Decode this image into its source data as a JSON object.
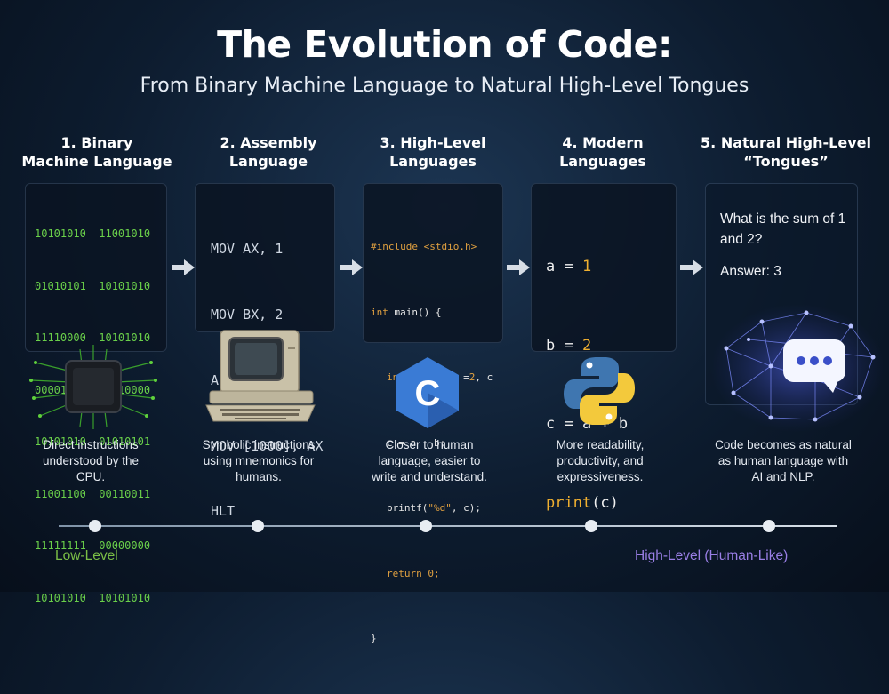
{
  "header": {
    "title": "The Evolution of Code:",
    "subtitle": "From Binary Machine Language to Natural High-Level Tongues"
  },
  "stages": [
    {
      "title_line1": "1. Binary",
      "title_line2": "Machine Language",
      "code_lines": [
        "10101010  11001010",
        "01010101  10101010",
        "11110000  10101010",
        "00001111  11110000",
        "10101010  01010101",
        "11001100  00110011",
        "11111111  00000000",
        "10101010  10101010"
      ],
      "desc_line1": "Direct instructions",
      "desc_line2": "understood by the",
      "desc_line3": "CPU."
    },
    {
      "title_line1": "2. Assembly",
      "title_line2": "Language",
      "code_lines": [
        "MOV AX, 1",
        "MOV BX, 2",
        "ADD AX, BX",
        "MOV [1000], AX",
        "HLT"
      ],
      "desc_line1": "Symbolic instructions",
      "desc_line2": "using mnemonics for",
      "desc_line3": "humans."
    },
    {
      "title_line1": "3. High-Level",
      "title_line2": "Languages",
      "code_include": "#include <stdio.h>",
      "code_main_kw": "int",
      "code_main_rest": " main() {",
      "code_decl_kw": "int",
      "code_decl_a": " a = ",
      "code_decl_1": "1",
      "code_decl_b": ", b =",
      "code_decl_2": "2",
      "code_decl_c": ", c",
      "code_assign": "c = a + b;",
      "code_printf_a": "printf(",
      "code_printf_str": "\"%d\"",
      "code_printf_b": ", c);",
      "code_return_kw": "return",
      "code_return_val": " 0;",
      "code_close": "}",
      "logo_letter": "C",
      "desc_line1": "Closer to human",
      "desc_line2": "language, easier to",
      "desc_line3": "write and understand."
    },
    {
      "title_line1": "4. Modern",
      "title_line2": "Languages",
      "py_a": "a = ",
      "py_a_val": "1",
      "py_b": "b = ",
      "py_b_val": "2",
      "py_c": "c = a + b",
      "py_print": "print",
      "py_print_arg": "(c)",
      "desc_line1": "More readability,",
      "desc_line2": "productivity, and",
      "desc_line3": "expressiveness."
    },
    {
      "title_line1": "5. Natural High-Level",
      "title_line2": "“Tongues”",
      "question": "What is the sum of 1 and 2?",
      "answer": "Answer: 3",
      "desc_line1": "Code becomes as natural",
      "desc_line2": "as human language with",
      "desc_line3": "AI and NLP."
    }
  ],
  "timeline": {
    "low_label": "Low-Level",
    "high_label": "High-Level (Human-Like)"
  },
  "colors": {
    "binary_green": "#6ad04a",
    "low_label": "#7bbf46",
    "high_label": "#9a7fe6",
    "c_logo": "#3a7bd5",
    "python_blue": "#3f76b0",
    "python_yellow": "#f3c93c"
  }
}
